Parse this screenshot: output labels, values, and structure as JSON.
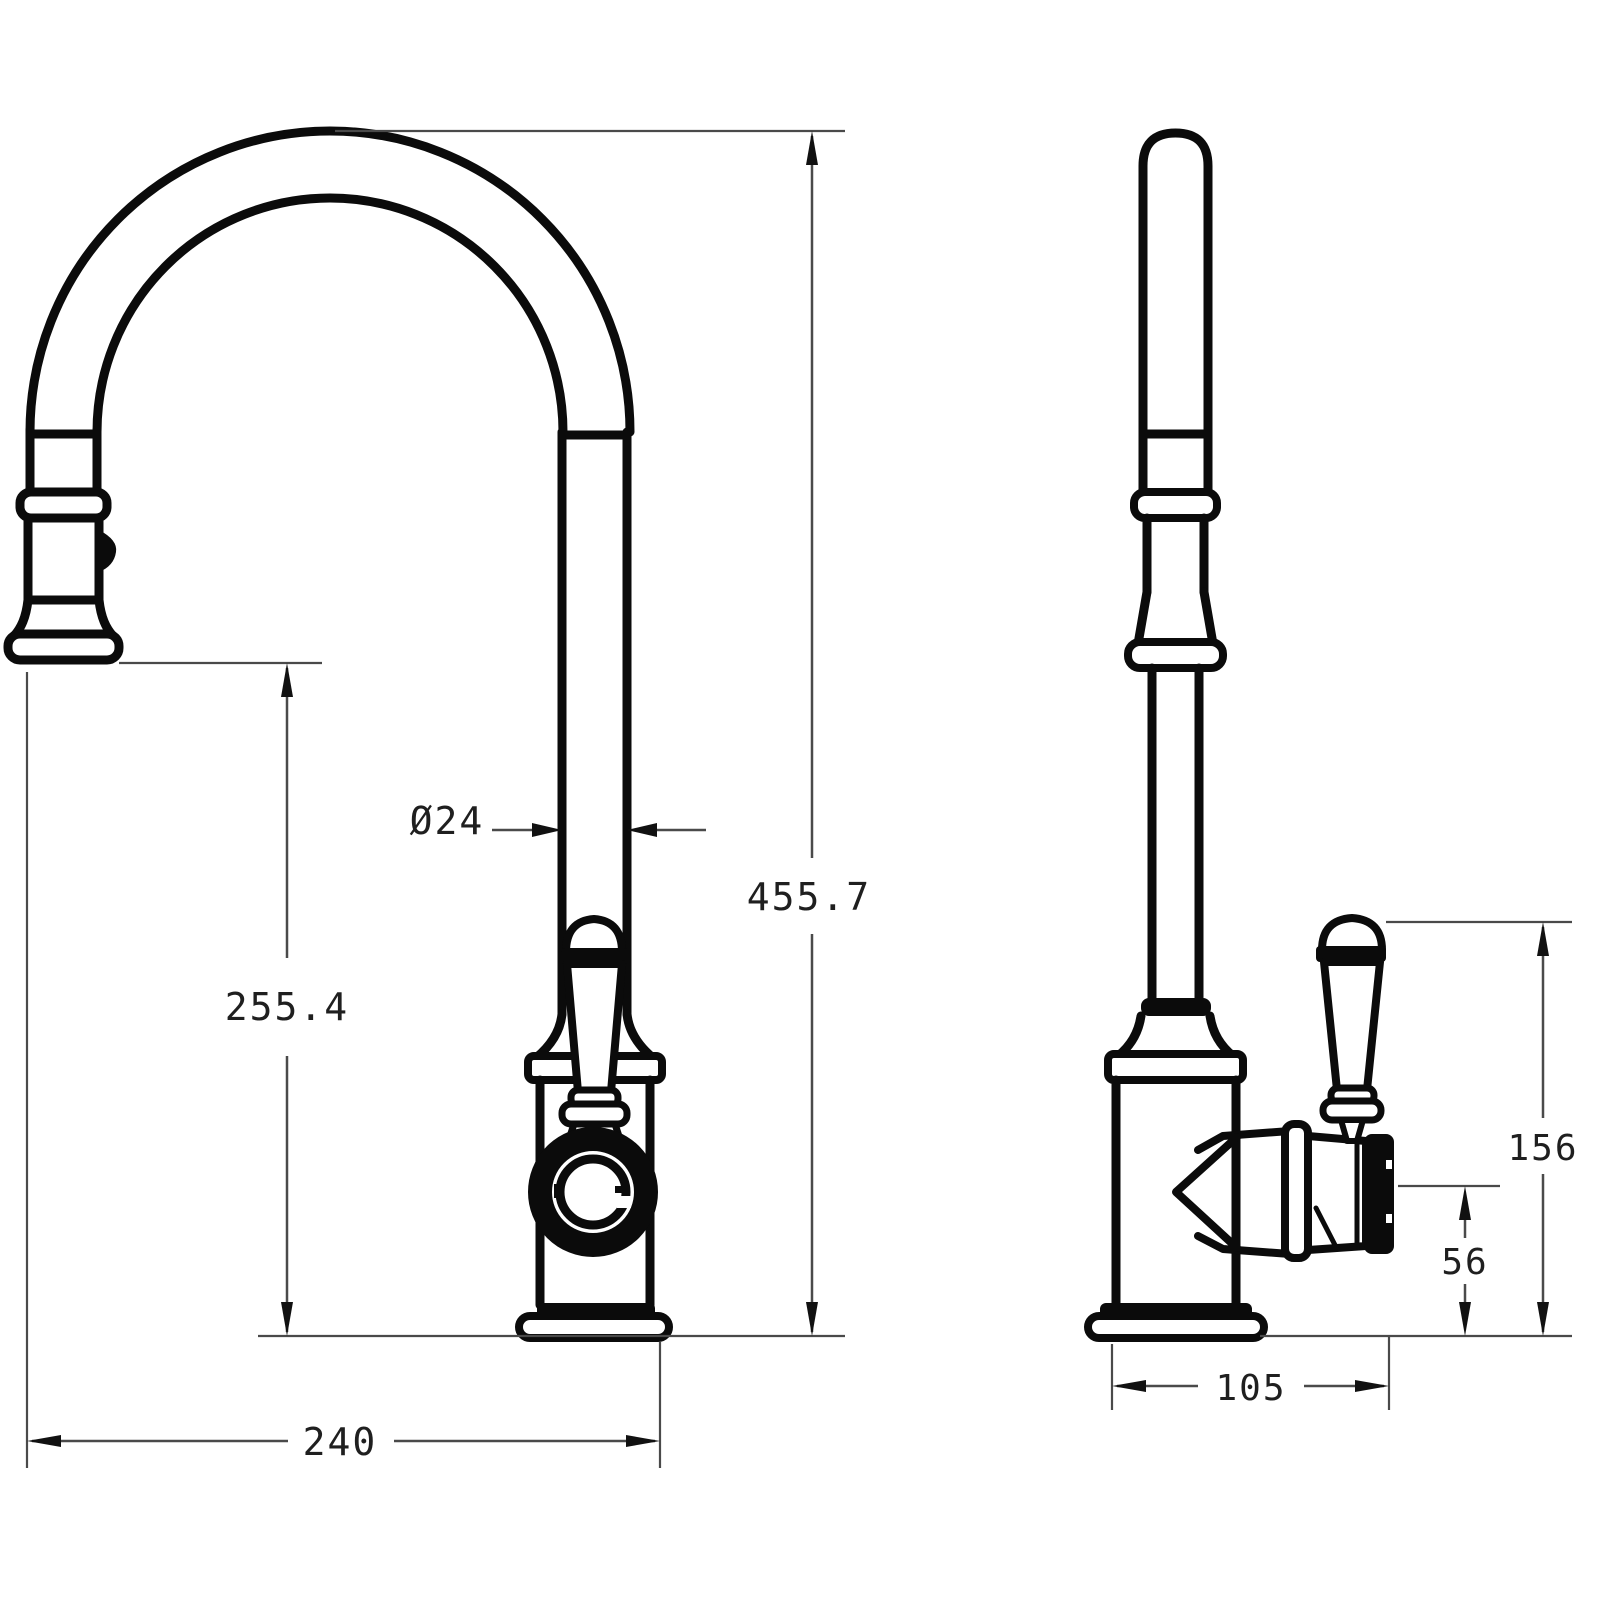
{
  "drawing": {
    "title": "kitchen-faucet-technical-drawing",
    "background_color": "#ffffff",
    "line_color": "#0b0b0b",
    "dimension_line_color": "#4a4a4a",
    "views": {
      "front_view": "gooseneck pull-down faucet, front elevation",
      "side_view": "faucet with lever handle and side valve, side elevation"
    },
    "dims": {
      "overall_height": {
        "value": "455.7",
        "unit": "mm",
        "meaning": "overall height of faucet"
      },
      "spout_clearance": {
        "value": "255.4",
        "unit": "mm",
        "meaning": "height from deck to spout outlet"
      },
      "spout_diameter": {
        "value": "Ø24",
        "unit": "mm",
        "meaning": "spout tube diameter"
      },
      "spout_reach": {
        "value": "240",
        "unit": "mm",
        "meaning": "horizontal reach"
      },
      "handle_height": {
        "value": "156",
        "unit": "mm",
        "meaning": "height from deck to top of handle"
      },
      "valve_height": {
        "value": "56",
        "unit": "mm",
        "meaning": "height from deck to valve axis"
      },
      "base_depth": {
        "value": "105",
        "unit": "mm",
        "meaning": "depth of body incl. valve"
      }
    }
  }
}
